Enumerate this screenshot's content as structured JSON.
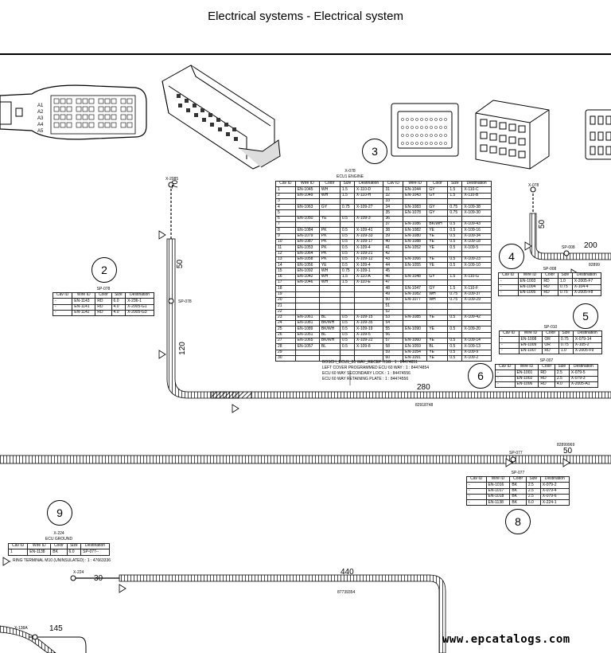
{
  "header": {
    "title": "Electrical systems - Electrical system"
  },
  "callouts": [
    "2",
    "3",
    "4",
    "5",
    "6",
    "8",
    "9"
  ],
  "lengths": {
    "l70": "70",
    "l50a": "50",
    "l120": "120",
    "l280": "280",
    "l50b": "50",
    "l200": "200",
    "l50c": "50",
    "l440": "440",
    "l30": "30",
    "l145": "145"
  },
  "labels": {
    "x2085": "X-2085",
    "x078": "X-078",
    "sp078_node": "SP-078",
    "sp008_node": "SP-008",
    "sp077_node": "SP-077",
    "x224_node": "X-224",
    "x138a": "X-138A",
    "pn82918748": "82918748",
    "pn82899969": "82899969",
    "pn87739354": "87739354",
    "pn82899": "82899"
  },
  "ecu": {
    "code": "X-078",
    "name": "ECU1 ENGINE",
    "header": [
      "Cav ID",
      "Wire ID",
      "Color",
      "Size",
      "Destination",
      "Cav ID",
      "Wire ID",
      "Color",
      "Size",
      "Destination"
    ],
    "rows": [
      [
        "1",
        "EN-1045",
        "WH",
        "1.5",
        "X-110-D",
        "31",
        "EN-1044",
        "GY",
        "1.5",
        "X-110-C"
      ],
      [
        "2",
        "EN-1049",
        "WH",
        "1.5",
        "X-110-H",
        "32",
        "EN-1043",
        "GY",
        "1.5",
        "X-110-B"
      ],
      [
        "3",
        "",
        "",
        "",
        "",
        "33",
        "",
        "",
        "",
        ""
      ],
      [
        "4",
        "EN-1063",
        "GY",
        "0.75",
        "X-109-27",
        "34",
        "EN-1083",
        "GY",
        "0.75",
        "X-109-38"
      ],
      [
        "5",
        "",
        "",
        "",
        "",
        "35",
        "EN-1078",
        "GY",
        "0.75",
        "X-109-30"
      ],
      [
        "6",
        "EN-1050",
        "YE",
        "0.5",
        "X-109-3",
        "36",
        "",
        "",
        "",
        ""
      ],
      [
        "7",
        "",
        "",
        "",
        "",
        "37",
        "EN-1086",
        "BK/WH",
        "0.5",
        "X-109-43"
      ],
      [
        "8",
        "EN-1084",
        "PK",
        "0.5",
        "X-109-41",
        "38",
        "EN-1082",
        "YE",
        "0.5",
        "X-109-16"
      ],
      [
        "9",
        "EN-1079",
        "PK",
        "0.5",
        "X-109-33",
        "39",
        "EN-1080",
        "YE",
        "0.5",
        "X-109-34"
      ],
      [
        "10",
        "EN-1087",
        "PK",
        "0.5",
        "X-109-17",
        "40",
        "EN-1088",
        "YE",
        "0.5",
        "X-109-18"
      ],
      [
        "11",
        "EN-1053",
        "PK",
        "0.5",
        "X-109-4",
        "41",
        "EN-1052",
        "YE",
        "0.5",
        "X-109-5"
      ],
      [
        "12",
        "EN-1064",
        "PK",
        "0.5",
        "X-109-21",
        "42",
        "",
        "",
        "",
        ""
      ],
      [
        "13",
        "EN-1058",
        "PK",
        "0.5",
        "X-109-12",
        "43",
        "EN-1066",
        "YE",
        "0.5",
        "X-109-23"
      ],
      [
        "14",
        "EN-1056",
        "YE",
        "0.5",
        "X-109-4",
        "44",
        "EN-1055",
        "YE",
        "0.5",
        "X-109-10"
      ],
      [
        "15",
        "EN-1092",
        "WH",
        "0.75",
        "X-109-1",
        "45",
        "",
        "",
        "",
        ""
      ],
      [
        "16",
        "EN-1042",
        "WH",
        "1.5",
        "X-110-A",
        "46",
        "EN-1048",
        "GY",
        "1.5",
        "X-110-G"
      ],
      [
        "17",
        "EN-1046",
        "WH",
        "1.5",
        "X-110-E",
        "47",
        "",
        "",
        "",
        ""
      ],
      [
        "18",
        "",
        "",
        "",
        "",
        "48",
        "EN-1047",
        "GY",
        "1.5",
        "X-110-F"
      ],
      [
        "19",
        "",
        "",
        "",
        "",
        "49",
        "EN-1082",
        "WH",
        "0.75",
        "X-109-37"
      ],
      [
        "20",
        "",
        "",
        "",
        "",
        "50",
        "EN-1077",
        "WH",
        "0.75",
        "X-109-29"
      ],
      [
        "21",
        "",
        "",
        "",
        "",
        "51",
        "",
        "",
        "",
        ""
      ],
      [
        "22",
        "",
        "",
        "",
        "",
        "52",
        "",
        "",
        "",
        ""
      ],
      [
        "23",
        "EN-1061",
        "BL",
        "0.5",
        "X-109-15",
        "53",
        "EN-1085",
        "YE",
        "0.5",
        "X-109-42"
      ],
      [
        "24",
        "EN-1081",
        "BK/WH",
        "0.5",
        "X-109-35",
        "54",
        "",
        "",
        "",
        ""
      ],
      [
        "25",
        "EN-1089",
        "BK/WH",
        "0.5",
        "X-109-19",
        "55",
        "EN-1090",
        "YE",
        "0.5",
        "X-109-20"
      ],
      [
        "26",
        "EN-1051",
        "BL",
        "0.5",
        "X-109-5",
        "56",
        "",
        "",
        "",
        ""
      ],
      [
        "27",
        "EN-1065",
        "BK/WH",
        "0.5",
        "X-109-22",
        "57",
        "EN-1060",
        "YE",
        "0.5",
        "X-109-14"
      ],
      [
        "28",
        "EN-1057",
        "BL",
        "0.5",
        "X-109-8",
        "58",
        "EN-1059",
        "BL",
        "0.5",
        "X-109-13"
      ],
      [
        "29",
        "",
        "",
        "",
        "",
        "59",
        "EN-1054",
        "YE",
        "0.5",
        "X-109-9"
      ],
      [
        "30",
        "",
        "",
        "",
        "",
        "60",
        "EN-1091",
        "YE",
        "0.5",
        "X-109-2"
      ]
    ],
    "notes": [
      "BOSCH_ECU1_60 WAY_RECEP HSG : 1 : 84474851",
      "LEFT COVER PROGRAMMED ECU 60 WAY : 1 : 84474854",
      "ECU 60 WAY SECONDARY LOCK : 1 : 84474556",
      "ECU 60 WAY RETAINING PLATE : 1 : 84474556"
    ]
  },
  "splices": {
    "sp078": {
      "title": "SP-078",
      "header": [
        "Cav ID",
        "Wire ID",
        "Color",
        "Size",
        "Destination"
      ],
      "rows": [
        [
          "-",
          "EN-1143",
          "RD",
          "6.0",
          "X-236-1"
        ],
        [
          "-",
          "EN-1141",
          "RD",
          "4.0",
          "X-2005-G1"
        ],
        [
          "-",
          "EN-1142",
          "RD",
          "4.0",
          "X-2005-G3"
        ]
      ]
    },
    "sp008": {
      "title": "SP-008",
      "header": [
        "Cav ID",
        "Wire ID",
        "Color",
        "Size",
        "Destination"
      ],
      "rows": [
        [
          "-",
          "EN-1003",
          "RD",
          "1.0",
          "X-2005-F7"
        ],
        [
          "-",
          "EN-1004",
          "RD",
          "0.75",
          "X-104-4"
        ],
        [
          "-",
          "EN-1005",
          "RD",
          "0.75",
          "X-2005-F8"
        ]
      ]
    },
    "sp010": {
      "title": "SP-010",
      "header": [
        "Cav ID",
        "Wire ID",
        "Color",
        "Size",
        "Destination"
      ],
      "rows": [
        [
          "-",
          "EN-1008",
          "OR",
          "0.75",
          "X-079-14"
        ],
        [
          "-",
          "EN-1009",
          "OR",
          "0.75",
          "X-105-2"
        ],
        [
          "-",
          "EN-1007",
          "RD",
          "1.0",
          "X-2005-F9"
        ]
      ]
    },
    "sp007": {
      "title": "SP-007",
      "header": [
        "Cav ID",
        "Wire ID",
        "Color",
        "Size",
        "Destination"
      ],
      "rows": [
        [
          "-",
          "EN-1001",
          "RD",
          "2.5",
          "X-079-5"
        ],
        [
          "-",
          "EN-1002",
          "RD",
          "2.5",
          "X-079-3"
        ],
        [
          "-",
          "EN-1006",
          "RD",
          "4.0",
          "X-2005-A1"
        ]
      ]
    },
    "sp077": {
      "title": "SP-077",
      "header": [
        "Cav ID",
        "Wire ID",
        "Color",
        "Size",
        "Destination"
      ],
      "rows": [
        [
          "-",
          "EN-1016",
          "BK",
          "2.5",
          "X-079-2"
        ],
        [
          "-",
          "EN-1017",
          "BK",
          "2.5",
          "X-079-4"
        ],
        [
          "-",
          "EN-1018",
          "BK",
          "2.5",
          "X-079-6"
        ],
        [
          "-",
          "EN-1138",
          "BK",
          "6.0",
          "X-224-1"
        ]
      ]
    },
    "x224": {
      "title": "X-224",
      "subtitle": "ECU GROUND",
      "header": [
        "Cav ID",
        "Wire ID",
        "Color",
        "Size",
        "Destination"
      ],
      "rows": [
        [
          "1",
          "EN-1138",
          "BK",
          "6.0",
          "SP-077--"
        ]
      ],
      "note": "RING TERMINAL M10 (UNINSULATED) : 1 : 47663336"
    }
  },
  "pins": [
    "A1",
    "A2",
    "A3",
    "A4",
    "A5"
  ],
  "watermark": "www.epcatalogs.com"
}
